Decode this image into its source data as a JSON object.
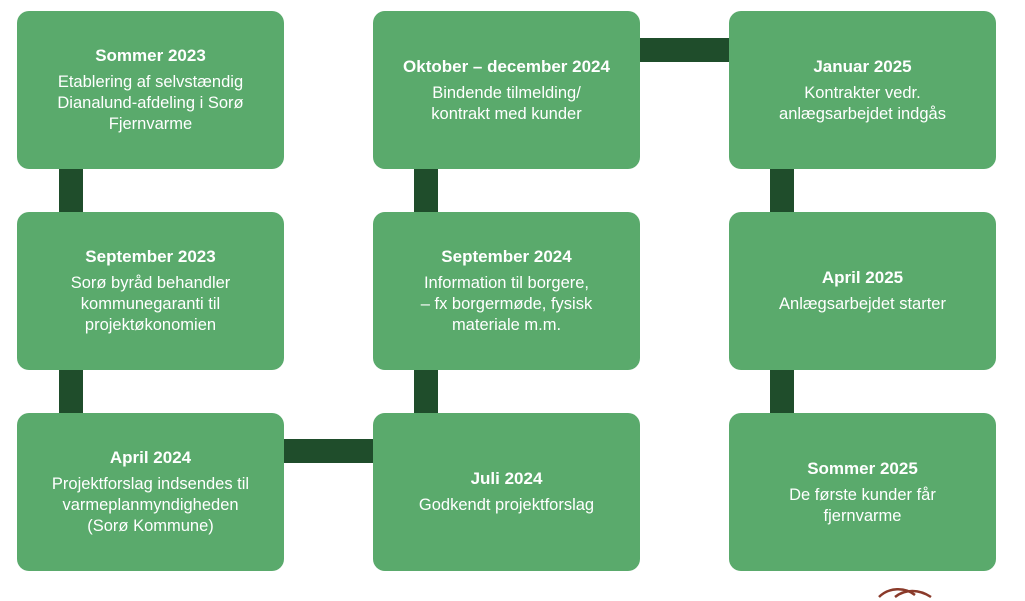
{
  "colors": {
    "box": "#5aaa6c",
    "connector": "#1f4d2b",
    "text": "#ffffff",
    "logo": "#8a3a2a"
  },
  "timeline": [
    {
      "date": "Sommer 2023",
      "description": "Etablering af selvstændig\nDianalund-afdeling i Sorø\nFjernvarme"
    },
    {
      "date": "September 2023",
      "description": "Sorø byråd behandler\nkommunegaranti til\nprojektøkonomien"
    },
    {
      "date": "April 2024",
      "description": "Projektforslag indsendes til\nvarmeplanmyndigheden\n(Sorø Kommune)"
    },
    {
      "date": "Juli 2024",
      "description": "Godkendt projektforslag"
    },
    {
      "date": "September 2024",
      "description": "Information til borgere,\n– fx borgermøde, fysisk\nmateriale m.m."
    },
    {
      "date": "Oktober – december 2024",
      "description": "Bindende tilmelding/\nkontrakt med kunder"
    },
    {
      "date": "Januar 2025",
      "description": "Kontrakter vedr.\nanlægsarbejdet indgås"
    },
    {
      "date": "April 2025",
      "description": "Anlægsarbejdet starter"
    },
    {
      "date": "Sommer 2025",
      "description": "De første kunder får\nfjernvarme"
    }
  ],
  "logo_icon": "partial-logo-mark"
}
